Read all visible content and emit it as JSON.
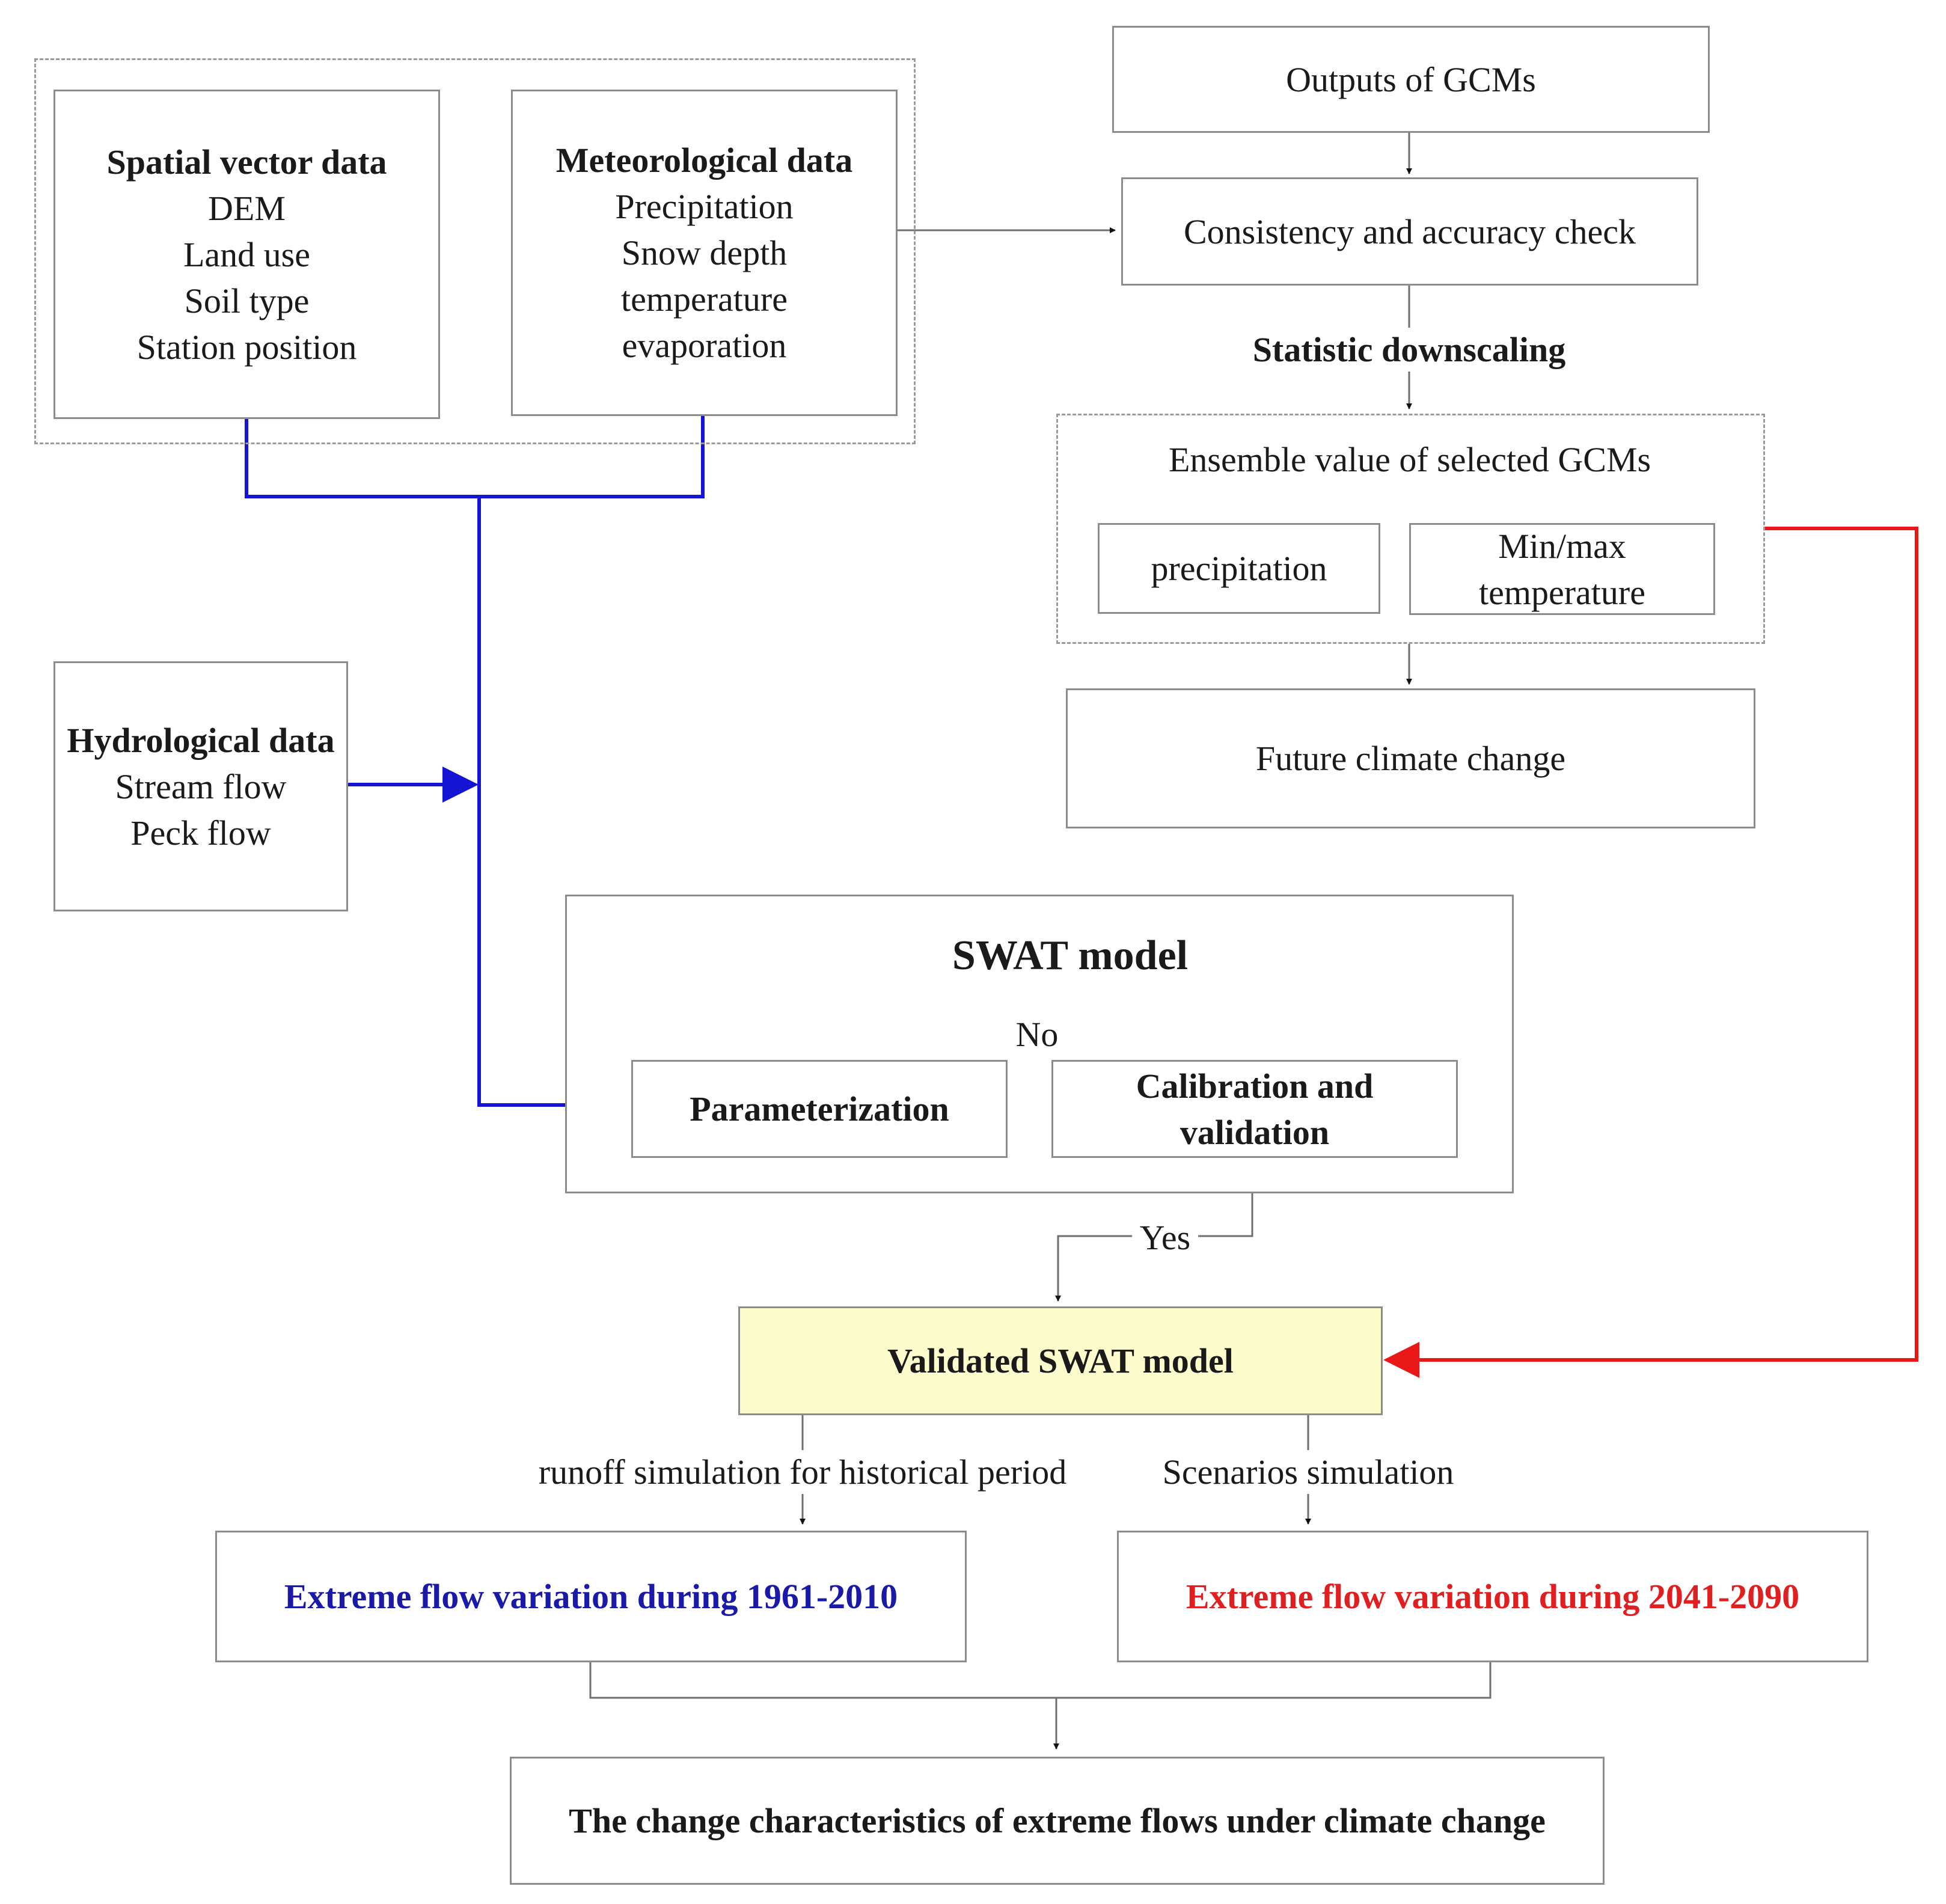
{
  "inputs": {
    "spatial": {
      "title": "Spatial vector data",
      "items": [
        "DEM",
        "Land use",
        "Soil type",
        "Station position"
      ]
    },
    "meteorological": {
      "title": "Meteorological data",
      "items": [
        "Precipitation",
        "Snow depth",
        "temperature",
        "evaporation"
      ]
    },
    "hydrological": {
      "title": "Hydrological data",
      "items": [
        "Stream flow",
        "Peck flow"
      ]
    }
  },
  "gcm": {
    "outputs": "Outputs of GCMs",
    "check": "Consistency and accuracy check",
    "downscaling": "Statistic downscaling",
    "ensemble": "Ensemble value of selected GCMs",
    "precipitation": "precipitation",
    "temperature_line1": "Min/max",
    "temperature_line2": "temperature",
    "future": "Future climate change"
  },
  "swat": {
    "title": "SWAT model",
    "parameterization": "Parameterization",
    "calibration_line1": "Calibration and",
    "calibration_line2": "validation",
    "no_label": "No",
    "yes_label": "Yes",
    "validated": "Validated SWAT model"
  },
  "simulation": {
    "historical_label": "runoff simulation for historical period",
    "scenario_label": "Scenarios simulation",
    "historical_result": "Extreme flow variation during 1961-2010",
    "future_result": "Extreme flow variation during 2041-2090",
    "final": "The change characteristics of extreme flows under climate change"
  },
  "colors": {
    "blue_path": "#1414d2",
    "red_path": "#e81818",
    "gray_line": "#6e6e6e",
    "highlight_box": "#fcfccd",
    "historical_text": "#1a1aa8",
    "future_text": "#e02020"
  }
}
